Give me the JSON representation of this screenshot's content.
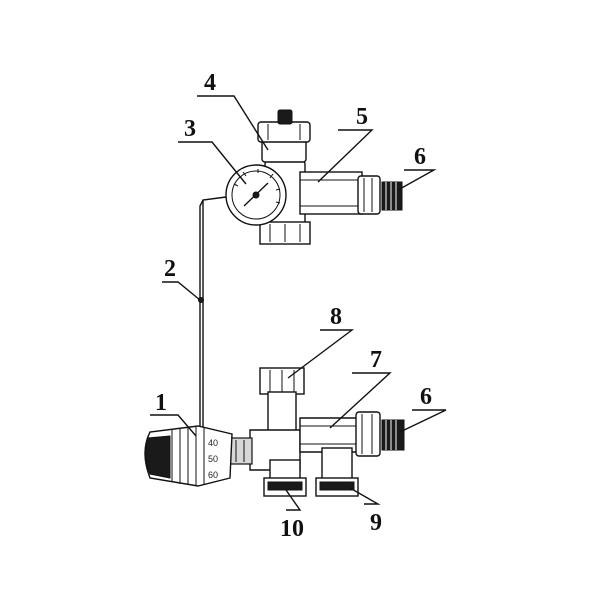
{
  "labels": [
    "1",
    "2",
    "3",
    "4",
    "5",
    "6",
    "6",
    "7",
    "8",
    "9",
    "10"
  ],
  "dial_marks": [
    "40",
    "50",
    "60"
  ]
}
